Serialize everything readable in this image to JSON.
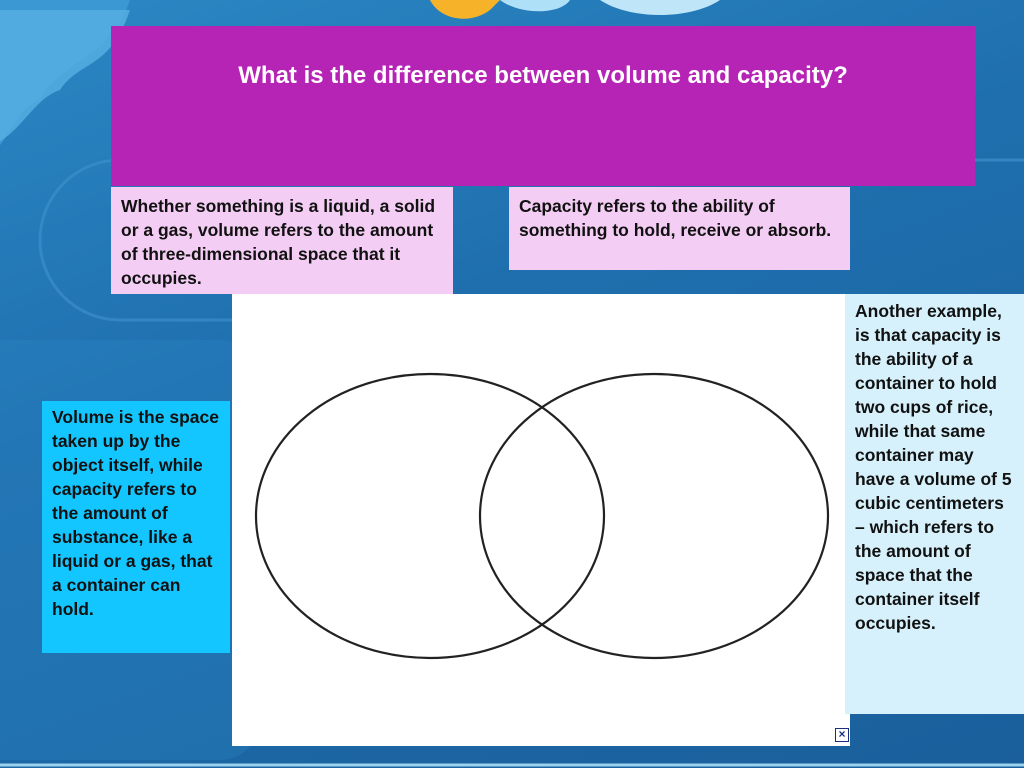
{
  "slide": {
    "title": "What is the difference between volume and capacity?",
    "volume_definition": "Whether something is a liquid, a solid or a gas, volume refers to the amount of three-dimensional space that it occupies.",
    "capacity_definition": "Capacity refers to the ability of something to hold, receive or absorb.",
    "left_note": "Volume is the space taken up by the object itself, while capacity refers to the amount of substance, like a liquid or a gas, that a container can hold.",
    "right_note": "Another example, is that capacity is the ability of a container to hold two cups of rice, while that same container may have a volume of 5 cubic centimeters – which refers to the amount of space that the container itself occupies."
  },
  "venn": {
    "circles": 2
  },
  "close_button": {
    "label": "×"
  },
  "colors": {
    "title_background": "#b524b5",
    "pink_note": "#f4cdf4",
    "cyan_note": "#14c6ff",
    "light_note": "#d6f1fb",
    "background": "#1f6fae"
  }
}
